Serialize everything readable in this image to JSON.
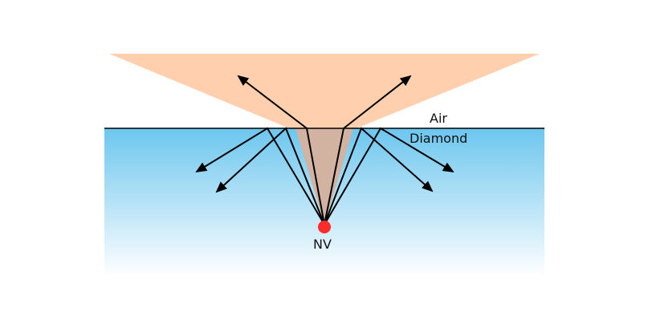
{
  "labels": {
    "air": "Air",
    "diamond": "Diamond",
    "emitter": "NV"
  },
  "colors": {
    "emission_cone": "#ffcfae",
    "inner_cone": "#d2b2a0",
    "diamond_top": "#6cc6ee",
    "diamond_bottom": "#ffffff",
    "interface_line": "#000000",
    "rays": "#000000",
    "nv_dot": "#ff2a2a"
  }
}
